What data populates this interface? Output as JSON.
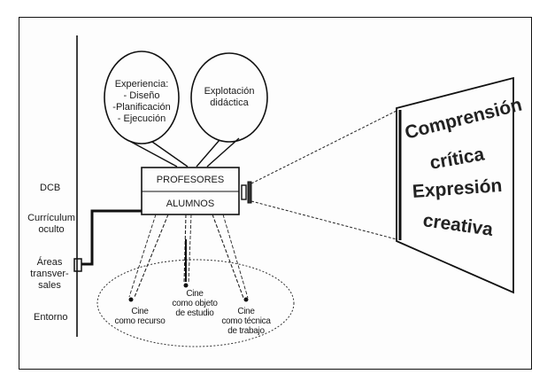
{
  "bubbles": {
    "left": {
      "title": "Experiencia:",
      "items": [
        "- Diseño",
        "-Planificación",
        "- Ejecución"
      ]
    },
    "right": {
      "line1": "Explotación",
      "line2": "didáctica"
    }
  },
  "projector": {
    "top_label": "PROFESORES",
    "bottom_label": "ALUMNOS"
  },
  "left_labels": {
    "dcb": "DCB",
    "curriculum_line1": "Currículum",
    "curriculum_line2": "oculto",
    "areas_line1": "Áreas",
    "areas_line2": "transver-",
    "areas_line3": "sales",
    "entorno": "Entorno"
  },
  "cine_labels": {
    "recurso_line1": "Cine",
    "recurso_line2": "como recurso",
    "objeto_line1": "Cine",
    "objeto_line2": "como objeto",
    "objeto_line3": "de estudio",
    "tecnica_line1": "Cine",
    "tecnica_line2": "como técnica",
    "tecnica_line3": "de trabajo"
  },
  "screen": {
    "line1": "Comprensión",
    "line2": "crítica",
    "line3": "Expresión",
    "line4": "creativa"
  }
}
